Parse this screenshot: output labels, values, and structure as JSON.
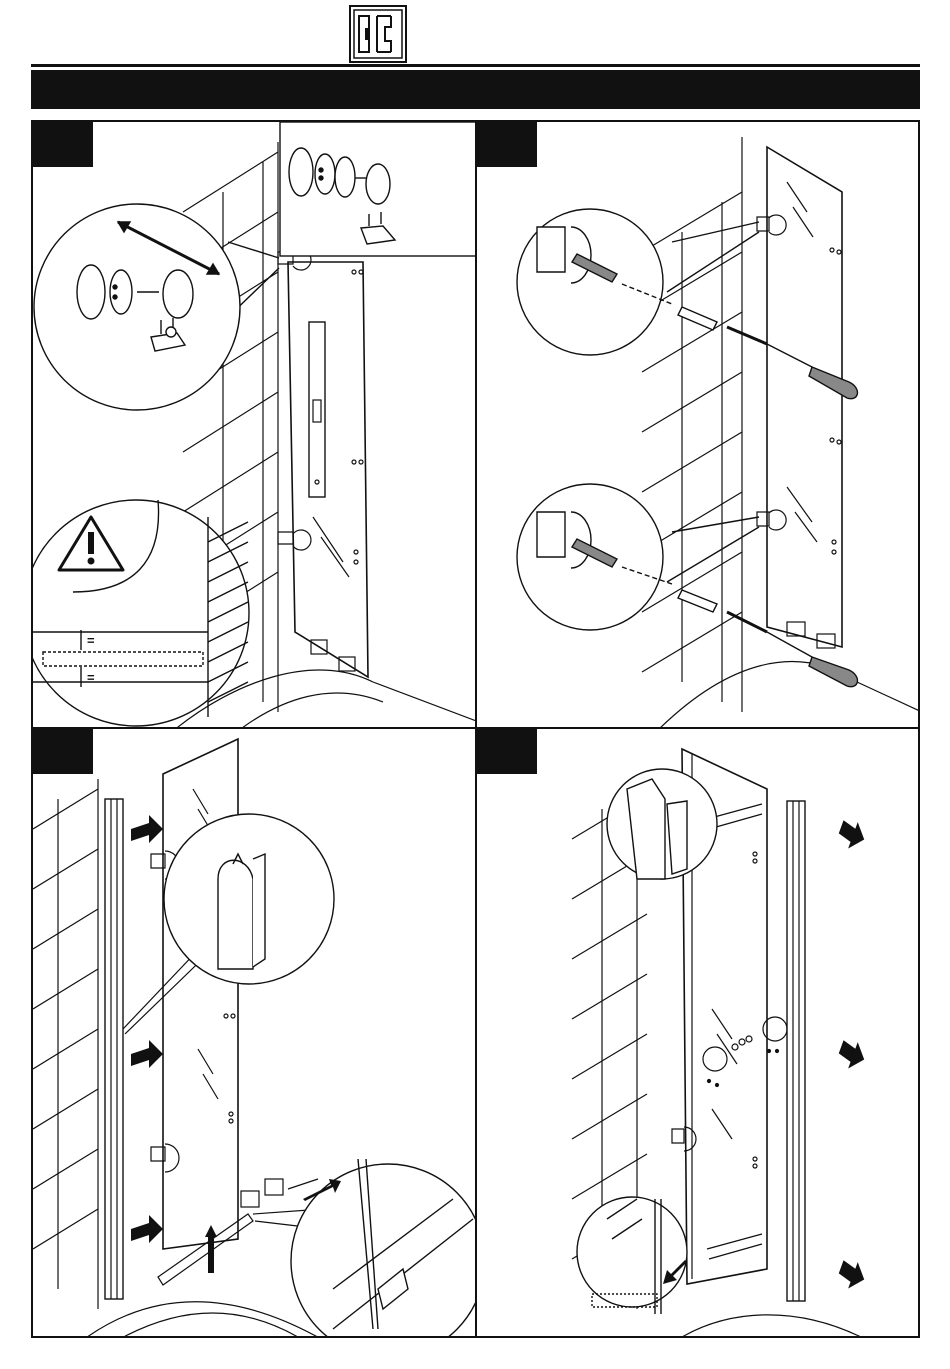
{
  "header": {
    "banner_text": ""
  },
  "panels": [
    {
      "id": "p1",
      "step": ""
    },
    {
      "id": "p2",
      "step": ""
    },
    {
      "id": "p3",
      "step": ""
    },
    {
      "id": "p4",
      "step": ""
    }
  ],
  "panel1": {
    "equal_mark_top": "=",
    "equal_mark_bottom": "="
  },
  "icons": {
    "logo": "brand-logo",
    "warning": "warning-triangle-icon",
    "arrow": "push-arrow-icon"
  },
  "colors": {
    "ink": "#111111",
    "paper": "#ffffff",
    "grey": "#888888"
  }
}
